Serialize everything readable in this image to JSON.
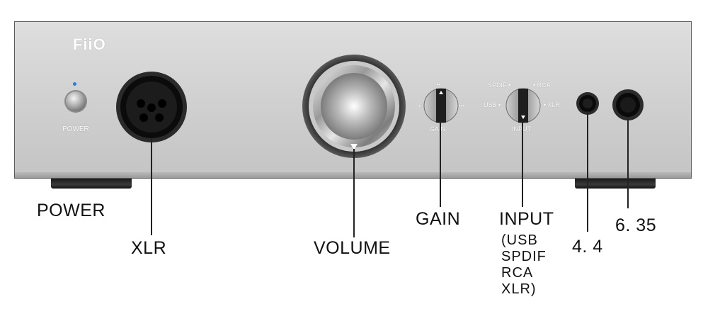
{
  "device": {
    "brand": "FiiO",
    "front_labels": {
      "power": "POWER",
      "gain": "GAIN",
      "input": "INPUT",
      "input_usb": "USB",
      "input_spdif": "SPDIF",
      "input_rca": "RCA",
      "input_xlr": "XLR"
    }
  },
  "callouts": {
    "power": "POWER",
    "xlr": "XLR",
    "volume": "VOLUME",
    "gain": "GAIN",
    "input": "INPUT",
    "input_options": [
      "(USB",
      "SPDIF",
      "RCA",
      "XLR)"
    ],
    "jack_44": "4. 4",
    "jack_635": "6. 35"
  },
  "colors": {
    "panel": "#d2d2d2",
    "power_indicator": "#2a7fd4",
    "text": "#111111"
  }
}
